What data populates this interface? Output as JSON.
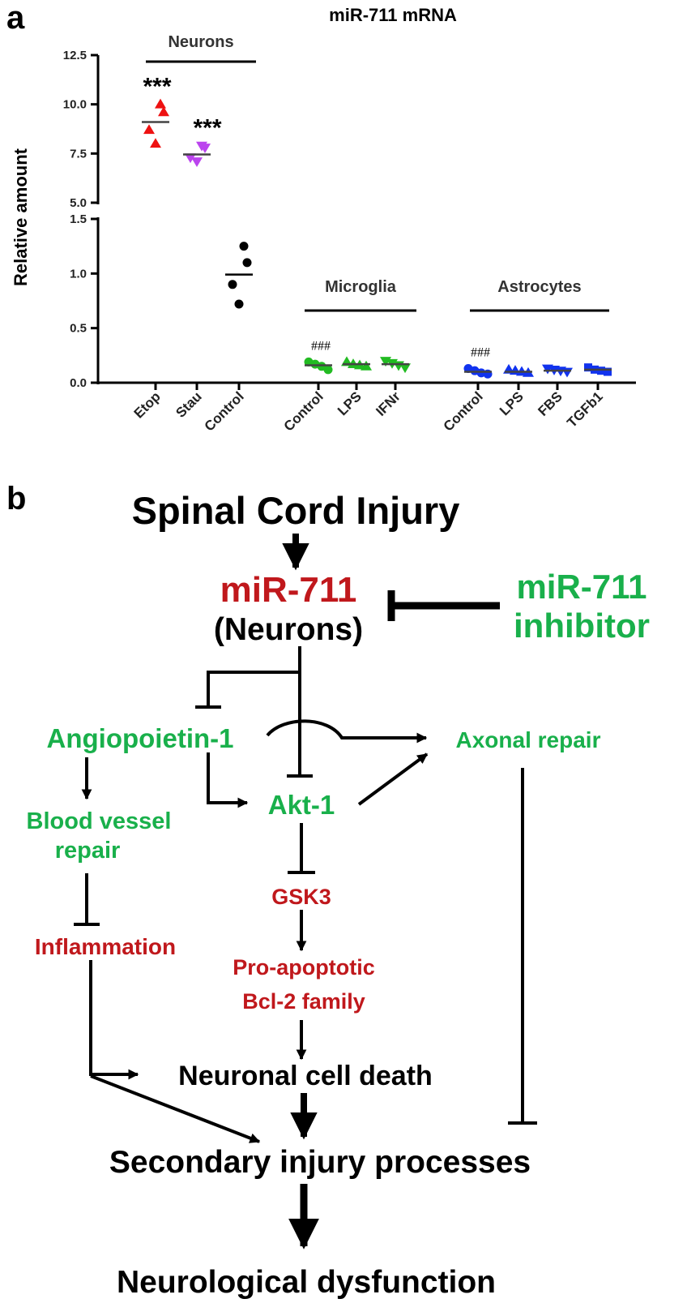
{
  "panels": {
    "a": "a",
    "b": "b"
  },
  "chart_data": {
    "type": "scatter",
    "title": "miR-711 mRNA",
    "ylabel": "Relative amount",
    "y_broken_axis": {
      "lower": {
        "range": [
          0,
          1.5
        ],
        "ticks": [
          "0.0",
          "0.5",
          "1.0",
          "1.5"
        ]
      },
      "upper": {
        "range": [
          5.0,
          12.5
        ],
        "ticks": [
          "5.0",
          "7.5",
          "10.0",
          "12.5"
        ]
      }
    },
    "groups": [
      {
        "label": "Neurons",
        "categories": [
          "Etop",
          "Stau",
          "Control"
        ]
      },
      {
        "label": "Microglia",
        "categories": [
          "Control",
          "LPS",
          "IFNr"
        ]
      },
      {
        "label": "Astrocytes",
        "categories": [
          "Control",
          "LPS",
          "FBS",
          "TGFb1"
        ]
      }
    ],
    "series": [
      {
        "group": "Neurons",
        "category": "Etop",
        "marker": "triangle-up",
        "color": "#ee1111",
        "values": [
          10.0,
          9.6,
          8.7,
          8.0
        ],
        "mean": 9.1,
        "annotation": "***"
      },
      {
        "group": "Neurons",
        "category": "Stau",
        "marker": "triangle-down",
        "color": "#bb44ee",
        "values": [
          7.9,
          7.8,
          7.3,
          7.1
        ],
        "mean": 7.45,
        "annotation": "***"
      },
      {
        "group": "Neurons",
        "category": "Control",
        "marker": "circle",
        "color": "#000000",
        "values": [
          1.25,
          1.1,
          0.9,
          0.72
        ],
        "mean": 0.99,
        "annotation": ""
      },
      {
        "group": "Microglia",
        "category": "Control",
        "marker": "circle",
        "color": "#22bb22",
        "values": [
          0.19,
          0.17,
          0.15,
          0.12
        ],
        "mean": 0.16,
        "annotation": "###"
      },
      {
        "group": "Microglia",
        "category": "LPS",
        "marker": "triangle-up",
        "color": "#22bb22",
        "values": [
          0.19,
          0.17,
          0.16,
          0.15
        ],
        "mean": 0.17,
        "annotation": ""
      },
      {
        "group": "Microglia",
        "category": "IFNr",
        "marker": "triangle-down",
        "color": "#22bb22",
        "values": [
          0.2,
          0.18,
          0.16,
          0.14
        ],
        "mean": 0.17,
        "annotation": ""
      },
      {
        "group": "Astrocytes",
        "category": "Control",
        "marker": "circle",
        "color": "#1133ee",
        "values": [
          0.13,
          0.11,
          0.09,
          0.08
        ],
        "mean": 0.1,
        "annotation": "###"
      },
      {
        "group": "Astrocytes",
        "category": "LPS",
        "marker": "triangle-up",
        "color": "#1133ee",
        "values": [
          0.12,
          0.11,
          0.1,
          0.09
        ],
        "mean": 0.1,
        "annotation": ""
      },
      {
        "group": "Astrocytes",
        "category": "FBS",
        "marker": "triangle-down",
        "color": "#1133ee",
        "values": [
          0.13,
          0.12,
          0.11,
          0.1
        ],
        "mean": 0.11,
        "annotation": ""
      },
      {
        "group": "Astrocytes",
        "category": "TGFb1",
        "marker": "square",
        "color": "#1133ee",
        "values": [
          0.14,
          0.12,
          0.11,
          0.1
        ],
        "mean": 0.12,
        "annotation": ""
      }
    ]
  },
  "diagram": {
    "colors": {
      "black": "#000000",
      "red": "#c0181c",
      "green": "#19b04b"
    },
    "nodes": {
      "sci": "Spinal Cord Injury",
      "mir": "miR-711",
      "neurons": "(Neurons)",
      "inhibitor_1": "miR-711",
      "inhibitor_2": "inhibitor",
      "ang": "Angiopoietin-1",
      "axonal": "Axonal repair",
      "blood_1": "Blood vessel",
      "blood_2": "repair",
      "akt": "Akt-1",
      "gsk": "GSK3",
      "inflam": "Inflammation",
      "proapop_1": "Pro-apoptotic",
      "proapop_2": "Bcl-2 family",
      "death": "Neuronal cell death",
      "secondary": "Secondary injury processes",
      "neuro": "Neurological dysfunction"
    }
  }
}
